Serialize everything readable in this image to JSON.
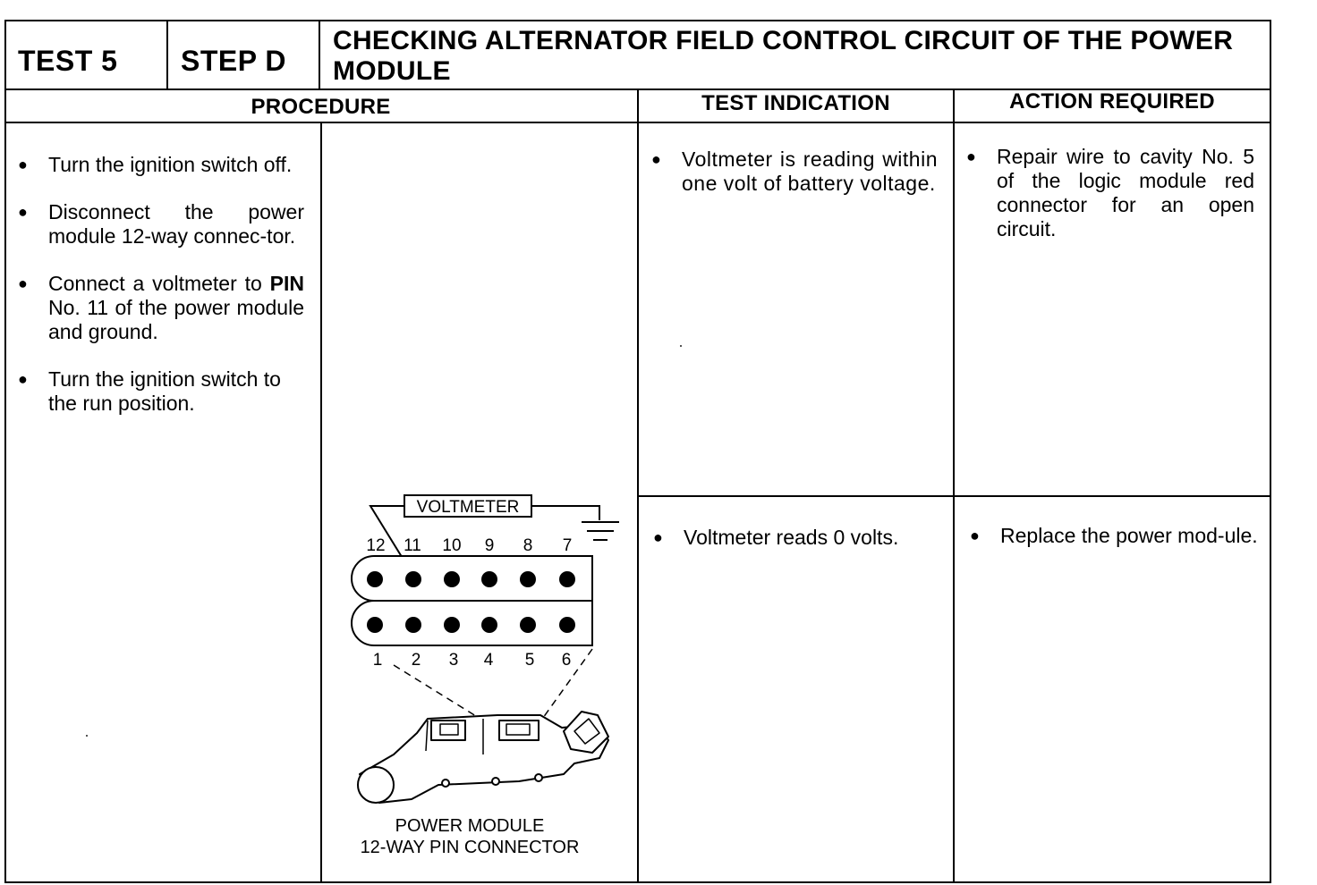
{
  "header": {
    "test": "TEST 5",
    "step": "STEP D",
    "title": "CHECKING ALTERNATOR FIELD CONTROL CIRCUIT OF THE POWER MODULE"
  },
  "columns": {
    "procedure": "PROCEDURE",
    "test_indication": "TEST INDICATION",
    "action_required": "ACTION REQUIRED"
  },
  "procedure": {
    "step1": "Turn the ignition switch off.",
    "step2": "Disconnect the power module 12-way connec-tor.",
    "step3_bold": "PIN",
    "step3_pre": "Connect a voltmeter to",
    "step3_post": "No. 11 of the power module and ground.",
    "step4": "Turn the ignition switch to the run position."
  },
  "diagram": {
    "voltmeter_label": "VOLTMETER",
    "top_pins": [
      "12",
      "11",
      "10",
      "9",
      "8",
      "7"
    ],
    "bottom_pins": [
      "1",
      "2",
      "3",
      "4",
      "5",
      "6"
    ],
    "caption_line1": "POWER MODULE",
    "caption_line2": "12-WAY PIN CONNECTOR"
  },
  "rows": [
    {
      "indication": "Voltmeter is reading within one volt of battery voltage.",
      "action": "Repair wire to cavity No. 5 of the logic module red connector for an open circuit."
    },
    {
      "indication": "Voltmeter reads 0 volts.",
      "action": "Replace the power mod-ule."
    }
  ]
}
